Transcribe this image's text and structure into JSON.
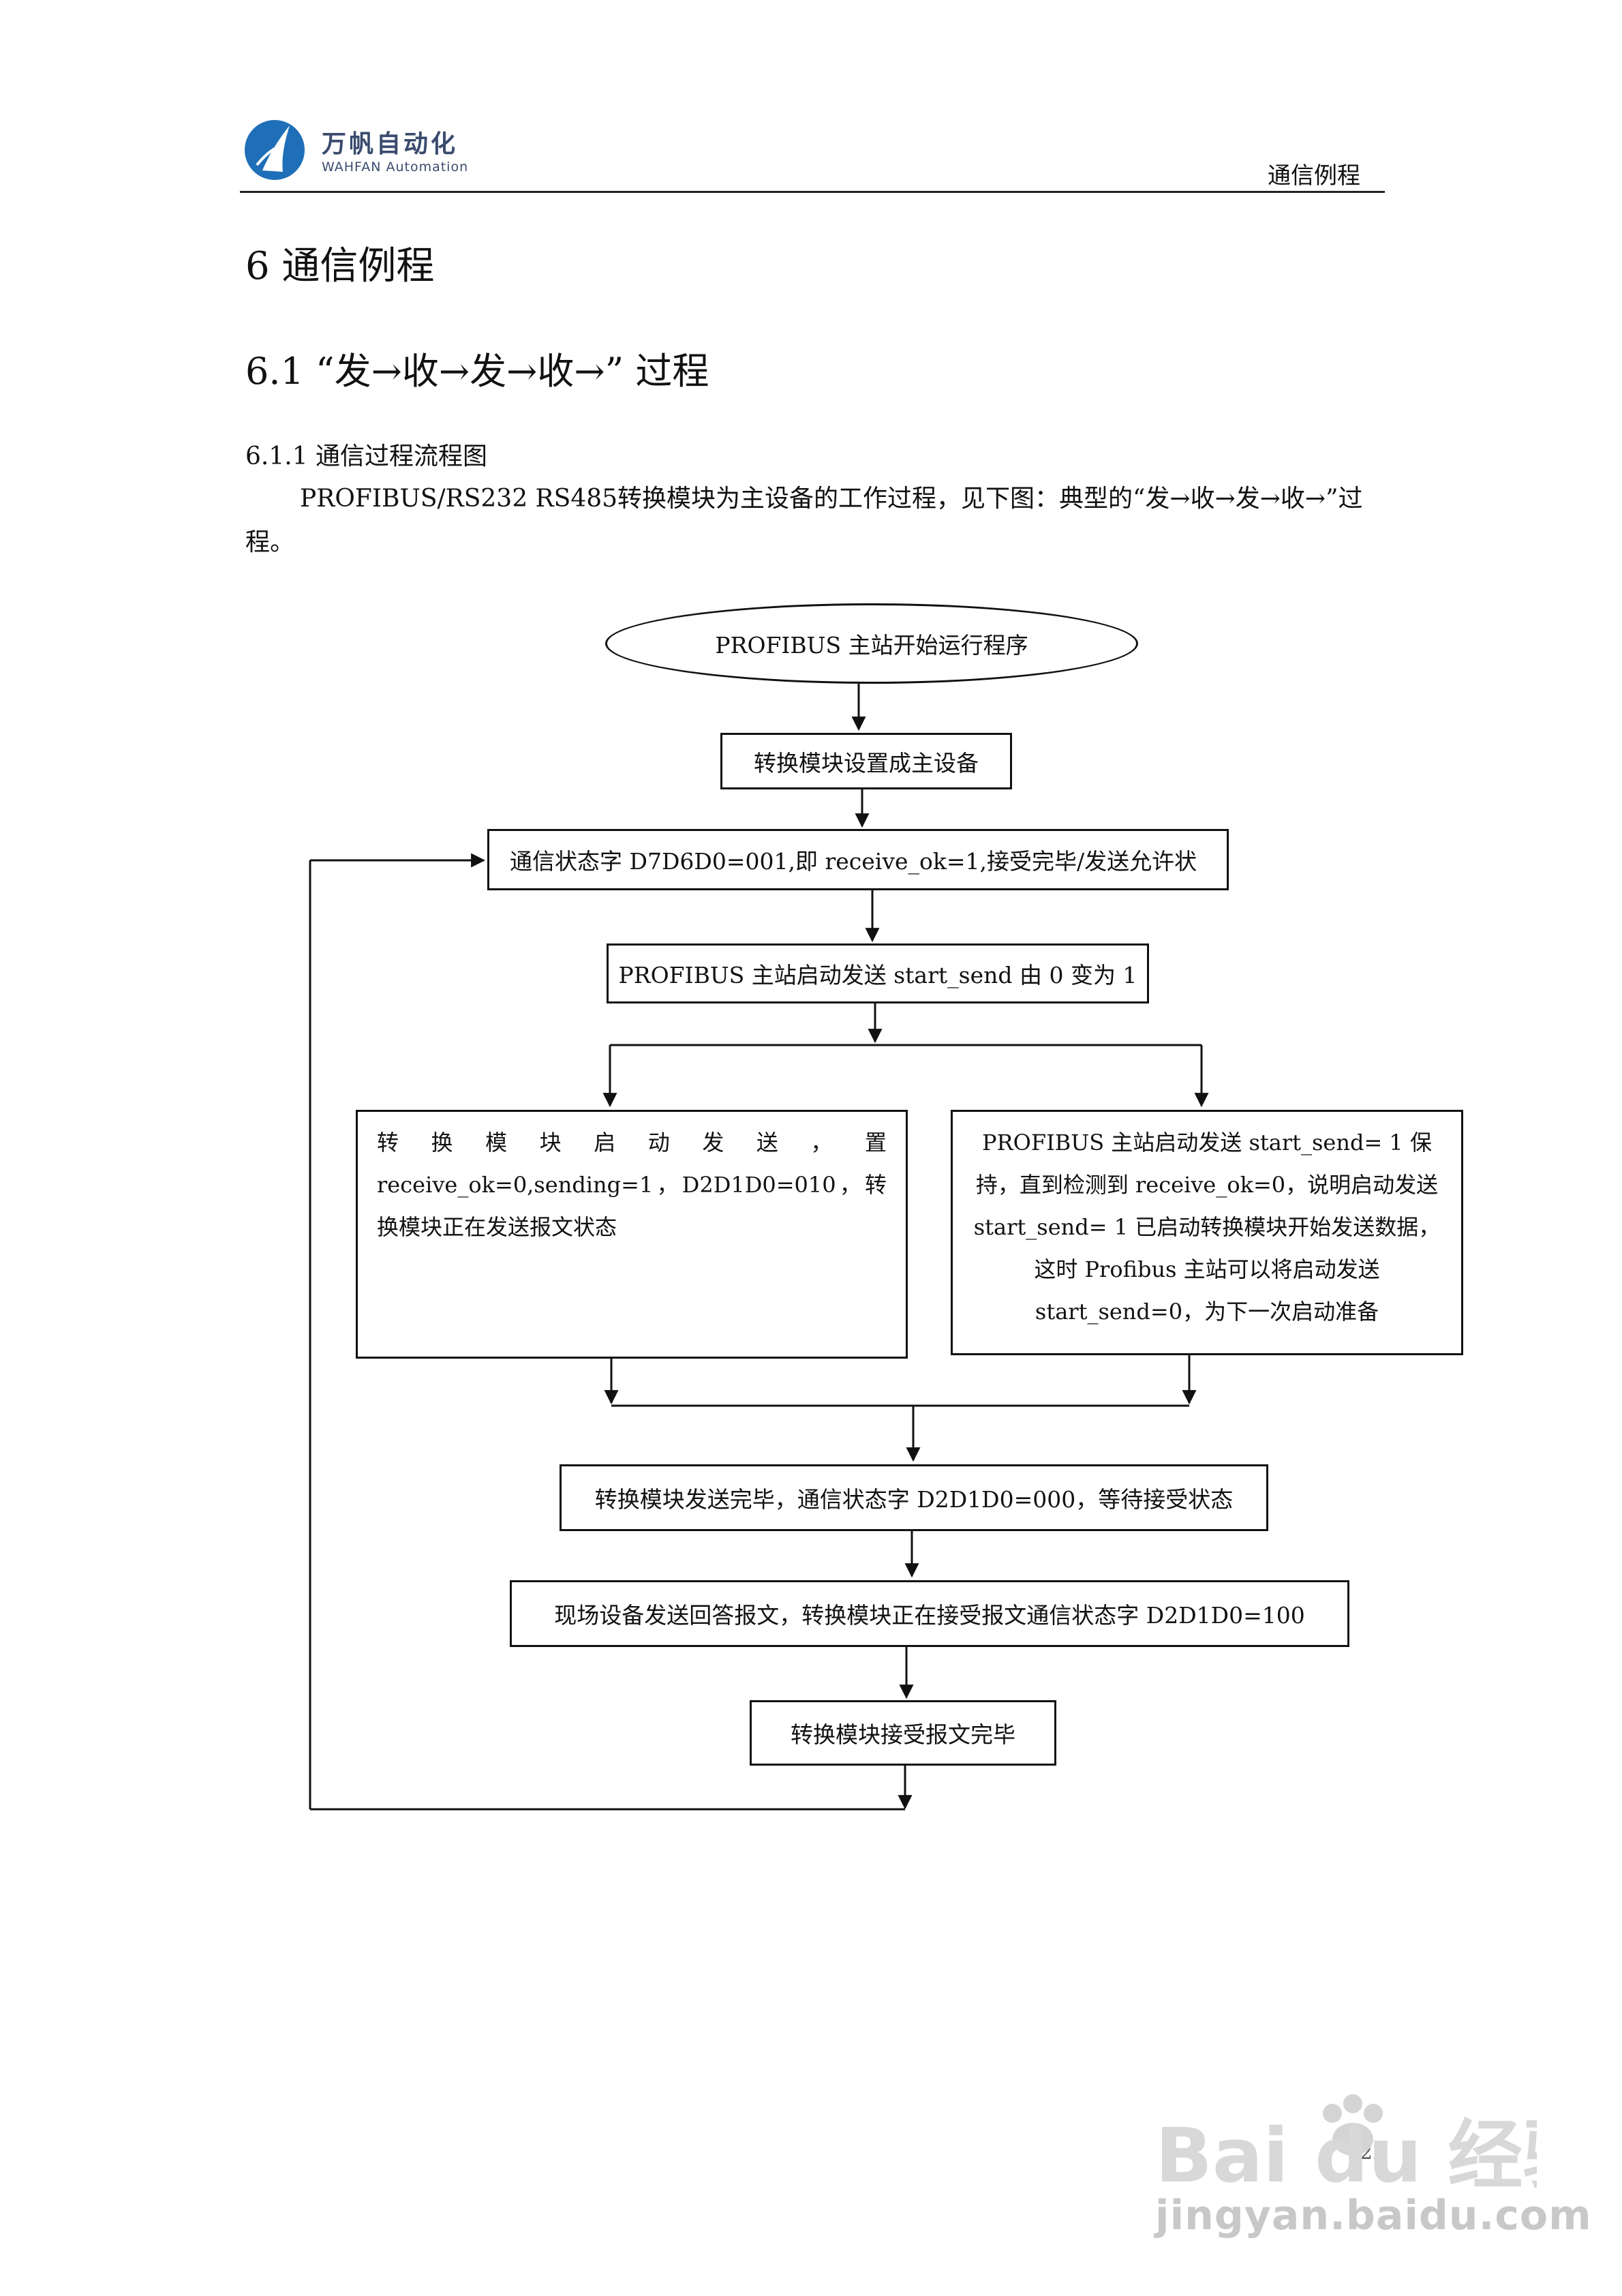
{
  "header": {
    "company_cn": "万帆自动化",
    "company_en": "WAHFAN Automation",
    "section_title": "通信例程"
  },
  "headings": {
    "h1": "6  通信例程",
    "h2": "6.1 “发→收→发→收→” 过程",
    "h3": "6.1.1 通信过程流程图"
  },
  "intro": "PROFIBUS/RS232 RS485转换模块为主设备的工作过程，见下图：典型的“发→收→发→收→”过程。",
  "flowchart": {
    "start": "PROFIBUS 主站开始运行程序",
    "step1": "转换模块设置成主设备",
    "step2": "通信状态字 D7D6D0=001,即 receive_ok=1,接受完毕/发送允许状",
    "step3": "PROFIBUS 主站启动发送 start_send 由 0 变为 1",
    "left_branch": "转 换 模 块 启 动 发 送 ， 置 receive_ok=0,sending=1，D2D1D0=010，转换模块正在发送报文状态",
    "right_branch": "PROFIBUS 主站启动发送 start_send= 1 保持，直到检测到 receive_ok=0，说明启动发送 start_send= 1 已启动转换模块开始发送数据，这时 Profibus 主站可以将启动发送 start_send=0，为下一次启动准备",
    "step4": "转换模块发送完毕，通信状态字 D2D1D0=000，等待接受状态",
    "step5": "现场设备发送回答报文，转换模块正在接受报文通信状态字 D2D1D0=100",
    "step6": "转换模块接受报文完毕"
  },
  "footer": {
    "page_number": "22"
  },
  "watermark": {
    "brand": "Bai du 经验",
    "url": "jingyan.baidu.com"
  },
  "colors": {
    "logo_blue": "#1f6fb8",
    "logo_text": "#3a4b6e",
    "watermark": "#d0d0d0"
  }
}
